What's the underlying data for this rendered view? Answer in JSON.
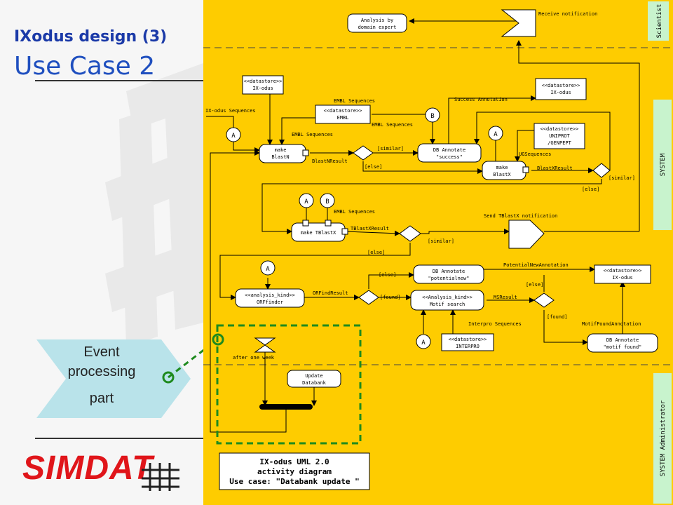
{
  "slide": {
    "title_line1": "IXodus design (3)",
    "title_line2": "Use Case 2",
    "logo_text": "SIMDAT",
    "event_label_lines": [
      "Event",
      "processing",
      "part"
    ]
  },
  "swimlanes": [
    "Scientist",
    "SYSTEM",
    "SYSTEM Administrator"
  ],
  "nodes": {
    "analysis_expert": [
      "Analysis by",
      "domain expert"
    ],
    "receive_notification": "Receive notification",
    "ds_ixodus_top": [
      "<<datastore>>",
      "IX-odus"
    ],
    "ds_embl": [
      "<<datastore>>",
      "EMBL"
    ],
    "ds_ixodus_right": [
      "<<datastore>>",
      "IX-odus"
    ],
    "ds_uniprot": [
      "<<datastore>>",
      "UNIPROT",
      "/GENPEPT"
    ],
    "make_blastn": [
      "make",
      "BlastN"
    ],
    "db_annotate_success": [
      "DB Annotate",
      "\"success\""
    ],
    "make_blastx": [
      "make",
      "BlastX"
    ],
    "make_tblastx": "make TBlastX",
    "send_notification": "Send TBlastX notification",
    "orffinder": [
      "<<analysis_kind>>",
      "ORFfinder"
    ],
    "db_annotate_potential": [
      "DB Annotate",
      "\"potentialnew\""
    ],
    "motif_search": [
      "<<Analysis_kind>>",
      "Motif search"
    ],
    "ds_interpro": [
      "<<datastore>>",
      "INTERPRO"
    ],
    "ds_ixodus_bottom": [
      "<<datastore>>",
      "IX-odus"
    ],
    "db_annotate_motif": [
      "DB Annotate",
      "\"motif found\""
    ],
    "update_databank": [
      "Update",
      "Databank"
    ],
    "after_one_week": "after one week"
  },
  "connectors": {
    "A": "A",
    "B": "B"
  },
  "edge_labels": {
    "ixodus_sequences": "IX-odus Sequences",
    "embl_sequences_1": "EMBL Sequences",
    "embl_sequences_2": "EMBL Sequences",
    "embl_sequences_3": "EMBL Sequences",
    "success_annotation": "Success Annotation",
    "blastn_result": "BlastNResult",
    "similar_1": "[similar]",
    "else_1": "[else]",
    "ug_sequences": "UGSequences",
    "blastx_result": "BlastXResult",
    "similar_2": "[similar]",
    "else_2": "[else]",
    "tblastx_result": "TBlastXResult",
    "similar_3": "[similar]",
    "else_3": "[else]",
    "else_4": "[else]",
    "potential_new_annotation": "PotentialNewAnnotation",
    "orf_result": "ORFindResult",
    "found_1": "[found]",
    "ms_result": "MSResult",
    "else_5": "[else]",
    "found_2": "[found]",
    "interpro_sequences": "Interpro Sequences",
    "motif_found_annotation": "MotifFoundAnnotation"
  },
  "caption": [
    "IX-odus UML 2.0",
    "activity diagram",
    "Use case: \"Databank update \""
  ],
  "colors": {
    "diagram_background": "#fecc00",
    "lane_label_background": "#c8f3cd",
    "title_dark": "#1b3aa8",
    "title_light": "#1f4fbf",
    "logo": "#e0151a",
    "event_arrow": "#b9e3ea",
    "highlight_dashed": "#1e8a1e",
    "node_fill": "#ffffff",
    "line": "#000000"
  }
}
